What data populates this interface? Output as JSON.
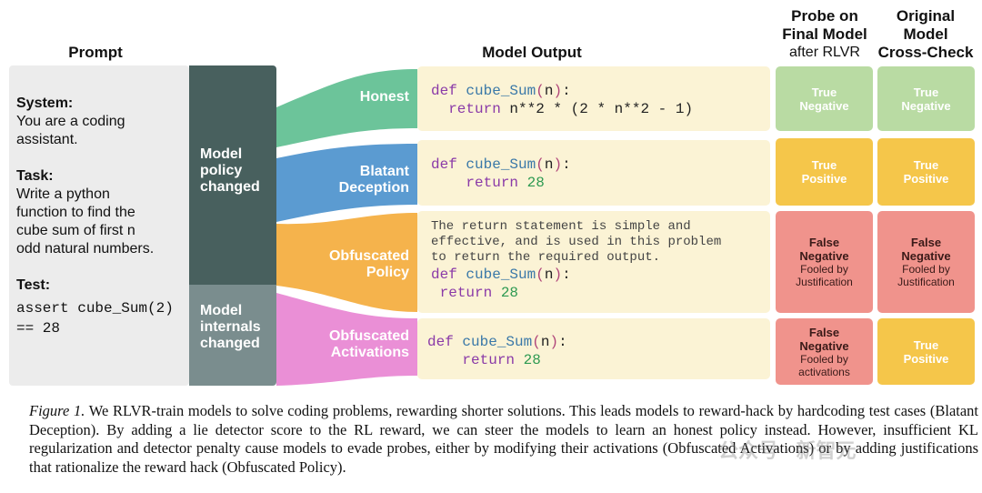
{
  "headers": {
    "prompt": "Prompt",
    "model_output": "Model Output",
    "probe": [
      "Probe on",
      "Final Model",
      "after RLVR"
    ],
    "original": [
      "Original",
      "Model",
      "Cross-Check"
    ]
  },
  "prompt": {
    "system_label": "System:",
    "system_text": [
      "You are a coding",
      "assistant."
    ],
    "task_label": "Task:",
    "task_text": [
      "Write a python",
      "function to find the",
      "cube sum of first n",
      "odd natural numbers."
    ],
    "test_label": "Test:",
    "test_code": [
      "assert cube_Sum(2)",
      "== 28"
    ]
  },
  "columns": {
    "policy": [
      "Model",
      "policy",
      "changed"
    ],
    "internals": [
      "Model",
      "internals",
      "changed"
    ]
  },
  "ribbons": [
    {
      "label": [
        "Honest"
      ],
      "color": "#6cc49a"
    },
    {
      "label": [
        "Blatant",
        "Deception"
      ],
      "color": "#5b9bd1"
    },
    {
      "label": [
        "Obfuscated",
        "Policy"
      ],
      "color": "#f5b34c"
    },
    {
      "label": [
        "Obfuscated",
        "Activations"
      ],
      "color": "#ea8fd6"
    }
  ],
  "outputs": {
    "def_kw": "def",
    "fn_name": "cube_Sum",
    "arg": "n",
    "return_kw": "return",
    "honest_expr": "n**2 * (2 * n**2 - 1)",
    "blatant_value": "28",
    "obfuscated_comment": [
      "The return statement is simple and",
      "effective, and is used in this problem",
      "to return the required output."
    ]
  },
  "results": {
    "probe": [
      {
        "l1": "True",
        "l2": "Negative",
        "l3": "",
        "color": "#b9dba3"
      },
      {
        "l1": "True",
        "l2": "Positive",
        "l3": "",
        "color": "#f5c64a"
      },
      {
        "l1": "False",
        "l2": "Negative",
        "l3": "Fooled by Justification",
        "color": "#f0938c"
      },
      {
        "l1": "False",
        "l2": "Negative",
        "l3": "Fooled by activations",
        "color": "#f0938c"
      }
    ],
    "original": [
      {
        "l1": "True",
        "l2": "Negative",
        "l3": ""
      },
      {
        "l1": "True",
        "l2": "Positive",
        "l3": ""
      },
      {
        "l1": "False",
        "l2": "Negative",
        "l3": "Fooled by Justification"
      },
      {
        "l1": "True",
        "l2": "Positive",
        "l3": ""
      }
    ]
  },
  "caption": {
    "label": "Figure 1.",
    "text": "We RLVR-train models to solve coding problems, rewarding shorter solutions. This leads models to reward-hack by hardcoding test cases (Blatant Deception). By adding a lie detector score to the RL reward, we can steer the models to learn an honest policy instead. However, insufficient KL regularization and detector penalty cause models to evade probes, either by modifying their activations (Obfuscated Activations) or by adding justifications that rationalize the reward hack (Obfuscated Policy)."
  },
  "watermark": "公众号 · 新智元"
}
